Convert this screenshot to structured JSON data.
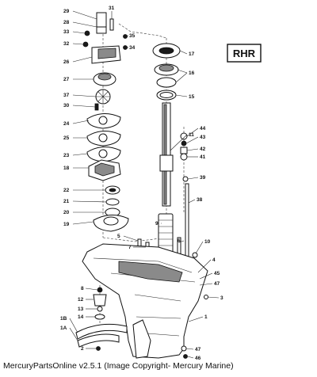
{
  "badge": "RHR",
  "caption": "MercuryPartsOnline v2.5.1 (Image Copyright- Mercury Marine)",
  "callouts": [
    "29",
    "28",
    "33",
    "32",
    "26",
    "27",
    "37",
    "30",
    "24",
    "25",
    "23",
    "18",
    "22",
    "21",
    "20",
    "19",
    "31",
    "35",
    "34",
    "17",
    "16",
    "15",
    "11",
    "44",
    "43",
    "42",
    "41",
    "39",
    "38",
    "5",
    "7",
    "9",
    "6",
    "10",
    "4",
    "45",
    "47",
    "3",
    "8",
    "12",
    "13",
    "14",
    "1B",
    "1A",
    "2",
    "1",
    "47",
    "46"
  ]
}
